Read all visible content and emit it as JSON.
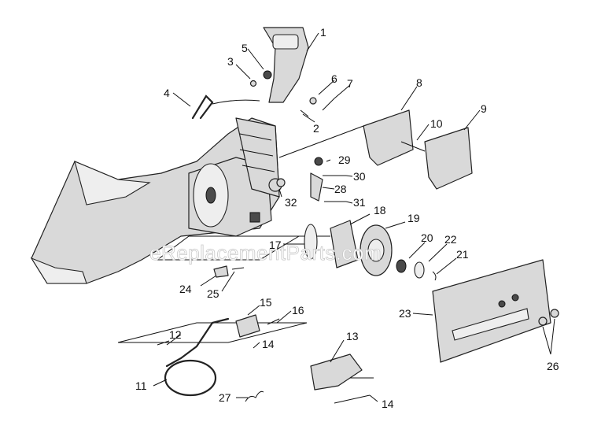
{
  "watermark": "eReplacementParts.com",
  "callouts": [
    "1",
    "2",
    "3",
    "4",
    "5",
    "6",
    "7",
    "8",
    "9",
    "10",
    "11",
    "12",
    "13",
    "14",
    "14",
    "14",
    "15",
    "16",
    "17",
    "18",
    "19",
    "20",
    "21",
    "22",
    "23",
    "24",
    "25",
    "26",
    "27",
    "28",
    "29",
    "30",
    "31",
    "32"
  ]
}
